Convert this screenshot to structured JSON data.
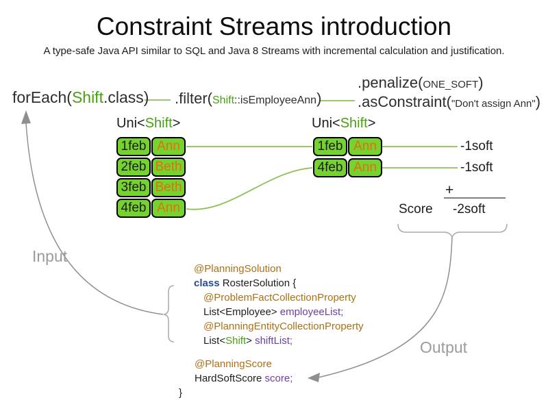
{
  "title": "Constraint Streams introduction",
  "subtitle": "A type-safe Java API similar to SQL and Java 8 Streams with incremental calculation and justification.",
  "pipeline": {
    "foreach": {
      "pre": "forEach(",
      "type": "Shift",
      "post": ".class)"
    },
    "filter": {
      "pre": ".filter(",
      "type": "Shift",
      "arg": "::isEmployeeAnn",
      "post": ")"
    },
    "penalize": {
      "pre": ".penalize(",
      "arg": "ONE_SOFT",
      "post": ")"
    },
    "as_constraint": {
      "pre": ".asConstraint(",
      "arg": "\"Don't assign Ann\"",
      "post": ")"
    }
  },
  "input_stream": {
    "header": {
      "pre": "Uni<",
      "type": "Shift",
      "post": ">"
    },
    "rows": [
      {
        "date": "1feb",
        "employee": "Ann"
      },
      {
        "date": "2feb",
        "employee": "Beth"
      },
      {
        "date": "3feb",
        "employee": "Beth"
      },
      {
        "date": "4feb",
        "employee": "Ann"
      }
    ]
  },
  "filtered_stream": {
    "header": {
      "pre": "Uni<",
      "type": "Shift",
      "post": ">"
    },
    "rows": [
      {
        "date": "1feb",
        "employee": "Ann"
      },
      {
        "date": "4feb",
        "employee": "Ann"
      }
    ],
    "penalties": [
      "-1soft",
      "-1soft"
    ]
  },
  "score_summary": {
    "plus": "+",
    "label": "Score",
    "value": "-2soft"
  },
  "flow_labels": {
    "input": "Input",
    "output": "Output"
  },
  "code": {
    "annotation_solution": "@PlanningSolution",
    "class_keyword": "class",
    "class_decl": " RosterSolution {",
    "annotation_problem_fact": "@ProblemFactCollectionProperty",
    "employee_type": "List<Employee> ",
    "employee_field": "employeeList;",
    "annotation_planning_entity": "@PlanningEntityCollectionProperty",
    "shift_pre": "List<",
    "shift_type": "Shift",
    "shift_mid": "> ",
    "shift_field": "shiftList;",
    "annotation_score": "@PlanningScore",
    "score_type": "HardSoftScore ",
    "score_field": "score;",
    "closing_brace": "}"
  },
  "colors": {
    "shift_green": "#46a012",
    "cell_fill_green": "#76d32f",
    "connector_green": "#8cc152",
    "employee_orange": "#e0700f",
    "annotation_brown": "#ac7014",
    "keyword_blue": "#2b4a9b",
    "field_purple": "#6b3fa0",
    "muted_gray": "#9b9b9b"
  }
}
